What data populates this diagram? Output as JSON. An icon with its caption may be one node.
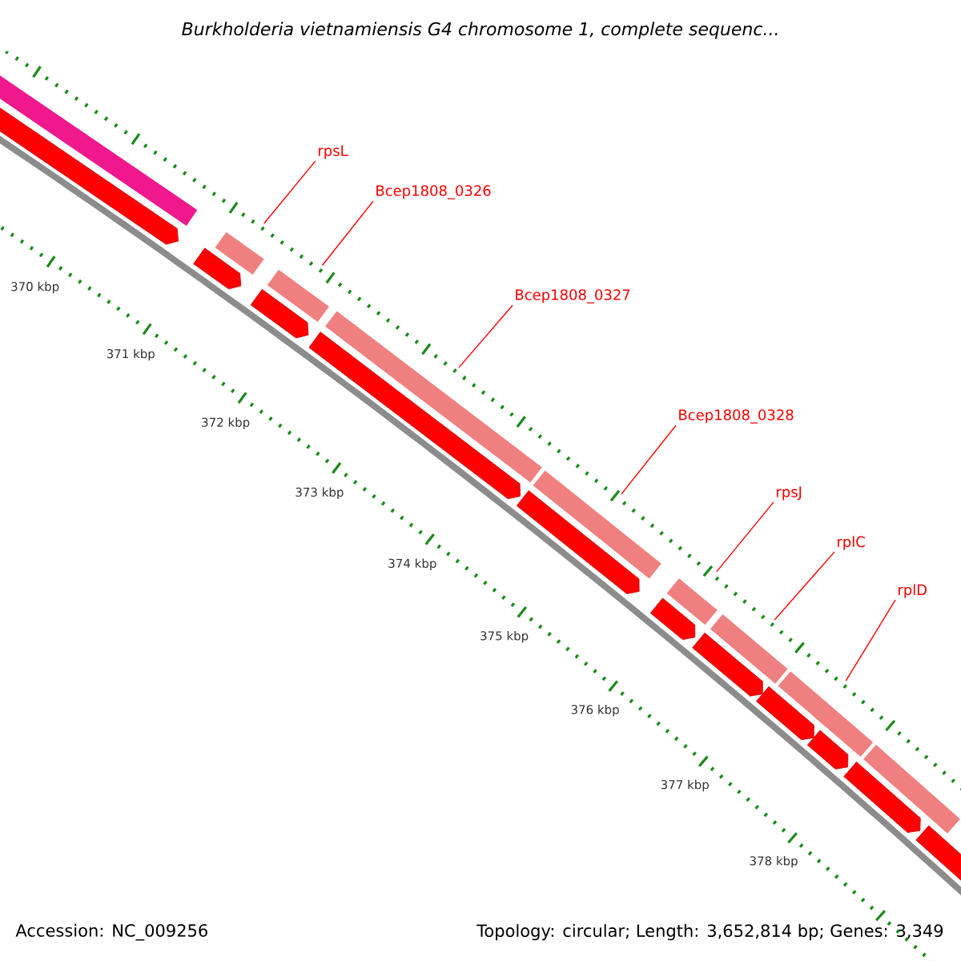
{
  "diagram": {
    "title": "Burkholderia vietnamiensis G4 chromosome 1, complete sequenc...",
    "nodes": [
      {
        "text": [
          "rpsL"
        ]
      },
      {
        "text": [
          "Bcep1808_0326"
        ]
      },
      {
        "text": [
          "Bcep1808_0327"
        ]
      },
      {
        "text": [
          "Bcep1808_0328"
        ]
      },
      {
        "text": [
          "rpsJ"
        ]
      },
      {
        "text": [
          "rplC"
        ]
      },
      {
        "text": [
          "rplD"
        ]
      },
      {
        "text": [],
        "shape": "bar"
      },
      {
        "text": [],
        "shape": "bar"
      },
      {
        "text": [],
        "shape": "bar"
      },
      {
        "text": [],
        "shape": "bar"
      },
      {
        "text": [],
        "shape": "bar"
      },
      {
        "text": [],
        "shape": "bar"
      },
      {
        "text": [],
        "shape": "bar"
      },
      {
        "text": [],
        "shape": "bar"
      },
      {
        "text": [],
        "shape": "bar"
      },
      {
        "text": [],
        "shape": "arrow"
      },
      {
        "text": [],
        "shape": "arrow"
      },
      {
        "text": [],
        "shape": "arrow"
      },
      {
        "text": [],
        "shape": "arrow"
      },
      {
        "text": [],
        "shape": "arrow"
      },
      {
        "text": [],
        "shape": "arrow"
      },
      {
        "text": [],
        "shape": "arrow"
      },
      {
        "text": [],
        "shape": "arrow"
      },
      {
        "text": [],
        "shape": "arrow"
      },
      {
        "text": [],
        "shape": "arrow"
      },
      {
        "text": [],
        "shape": "arrow"
      }
    ],
    "edges": [
      {
        "from": 0,
        "to": 8,
        "arrow": "none"
      },
      {
        "from": 1,
        "to": 9,
        "arrow": "none"
      },
      {
        "from": 2,
        "to": 10,
        "arrow": "none"
      },
      {
        "from": 3,
        "to": 11,
        "arrow": "none"
      },
      {
        "from": 4,
        "to": 12,
        "arrow": "none"
      },
      {
        "from": 5,
        "to": 13,
        "arrow": "none"
      },
      {
        "from": 6,
        "to": 14,
        "arrow": "none"
      }
    ],
    "labels": [
      "370 kbp",
      "371 kbp",
      "372 kbp",
      "373 kbp",
      "374 kbp",
      "375 kbp",
      "376 kbp",
      "377 kbp",
      "378 kbp",
      "Accession: NC_009256",
      "Topology: circular; Length: 3,652,814 bp; Genes: 3,349"
    ]
  }
}
